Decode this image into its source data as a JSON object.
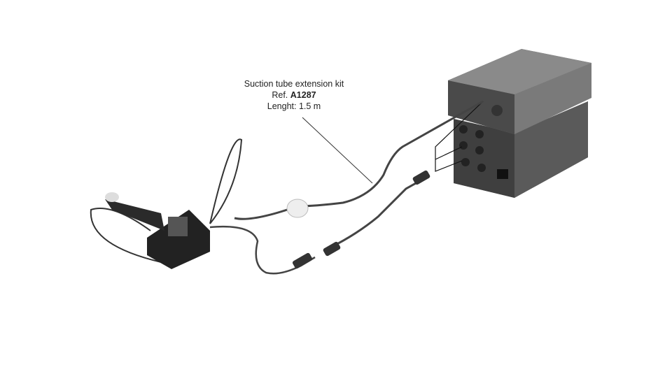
{
  "callout": {
    "title": "Suction tube extension kit",
    "ref_prefix": "Ref.",
    "ref_code": "A1287",
    "length_label": "Lenght: 1.5 m"
  }
}
